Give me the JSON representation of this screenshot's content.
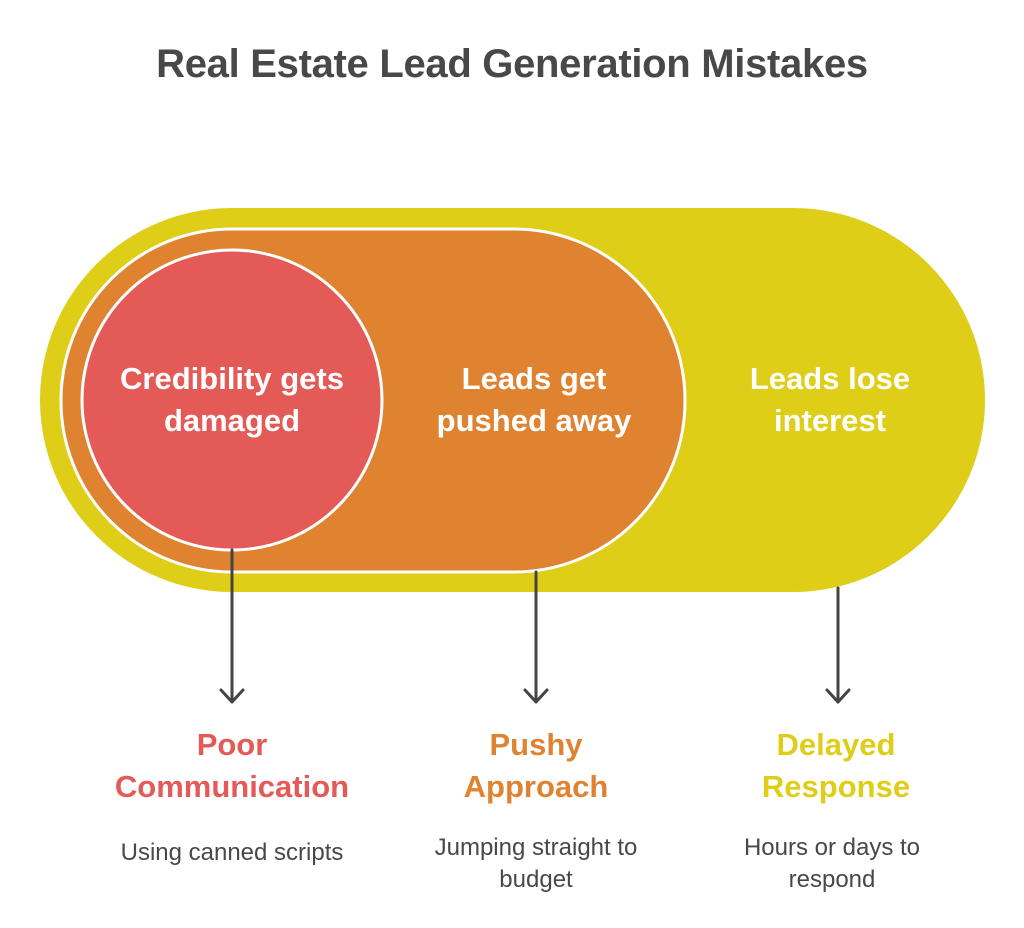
{
  "title": "Real Estate Lead Generation Mistakes",
  "colors": {
    "red": "#E35A56",
    "orange": "#DF8331",
    "yellow": "#DECE17",
    "title_text": "#484848",
    "arrow": "#444444",
    "border": "#FFFFFF"
  },
  "layers": [
    {
      "label": "Credibility gets damaged",
      "line1": "Credibility gets",
      "line2": "damaged",
      "color": "#E35A56"
    },
    {
      "label": "Leads get pushed away",
      "line1": "Leads get",
      "line2": "pushed away",
      "color": "#DF8331"
    },
    {
      "label": "Leads lose interest",
      "line1": "Leads lose",
      "line2": "interest",
      "color": "#DECE17"
    }
  ],
  "categories": [
    {
      "title_line1": "Poor",
      "title_line2": "Communication",
      "description": "Using canned scripts",
      "color": "#E35A56"
    },
    {
      "title_line1": "Pushy",
      "title_line2": "Approach",
      "description_line1": "Jumping straight to",
      "description_line2": "budget",
      "color": "#DF8331"
    },
    {
      "title_line1": "Delayed",
      "title_line2": "Response",
      "description_line1": "Hours or days to",
      "description_line2": "respond",
      "color": "#DECE17"
    }
  ]
}
